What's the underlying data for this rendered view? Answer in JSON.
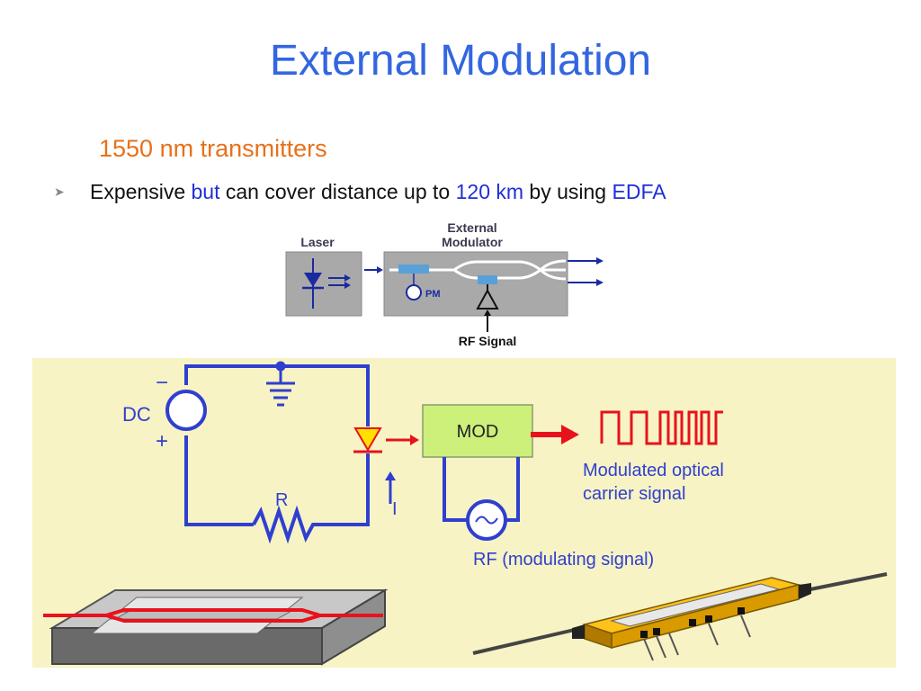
{
  "slide": {
    "title": "External Modulation",
    "subtitle": "1550 nm transmitters",
    "bullet": {
      "part1": "Expensive ",
      "part2": "but",
      "part3": " can cover distance up to ",
      "part4": "120 km",
      "part5": " by using ",
      "part6": "EDFA"
    }
  },
  "top_diagram": {
    "laser_label": "Laser",
    "modulator_label_line1": "External",
    "modulator_label_line2": "Modulator",
    "pm_label": "PM",
    "rf_label": "RF Signal"
  },
  "main_diagram": {
    "dc_label": "DC",
    "minus_label": "−",
    "plus_label": "+",
    "resistor_label": "R",
    "current_label": "I",
    "mod_label": "MOD",
    "output_label_line1": "Modulated optical",
    "output_label_line2": "carrier signal",
    "rf_label": "RF (modulating signal)"
  },
  "colors": {
    "title": "#3366e0",
    "subtitle": "#e8701a",
    "highlight": "#1f2fd6",
    "circuit": "#2f3fd0",
    "signal_red": "#e8121c",
    "panel_bg": "#f7f3c4",
    "mod_box": "#ccf07a"
  }
}
